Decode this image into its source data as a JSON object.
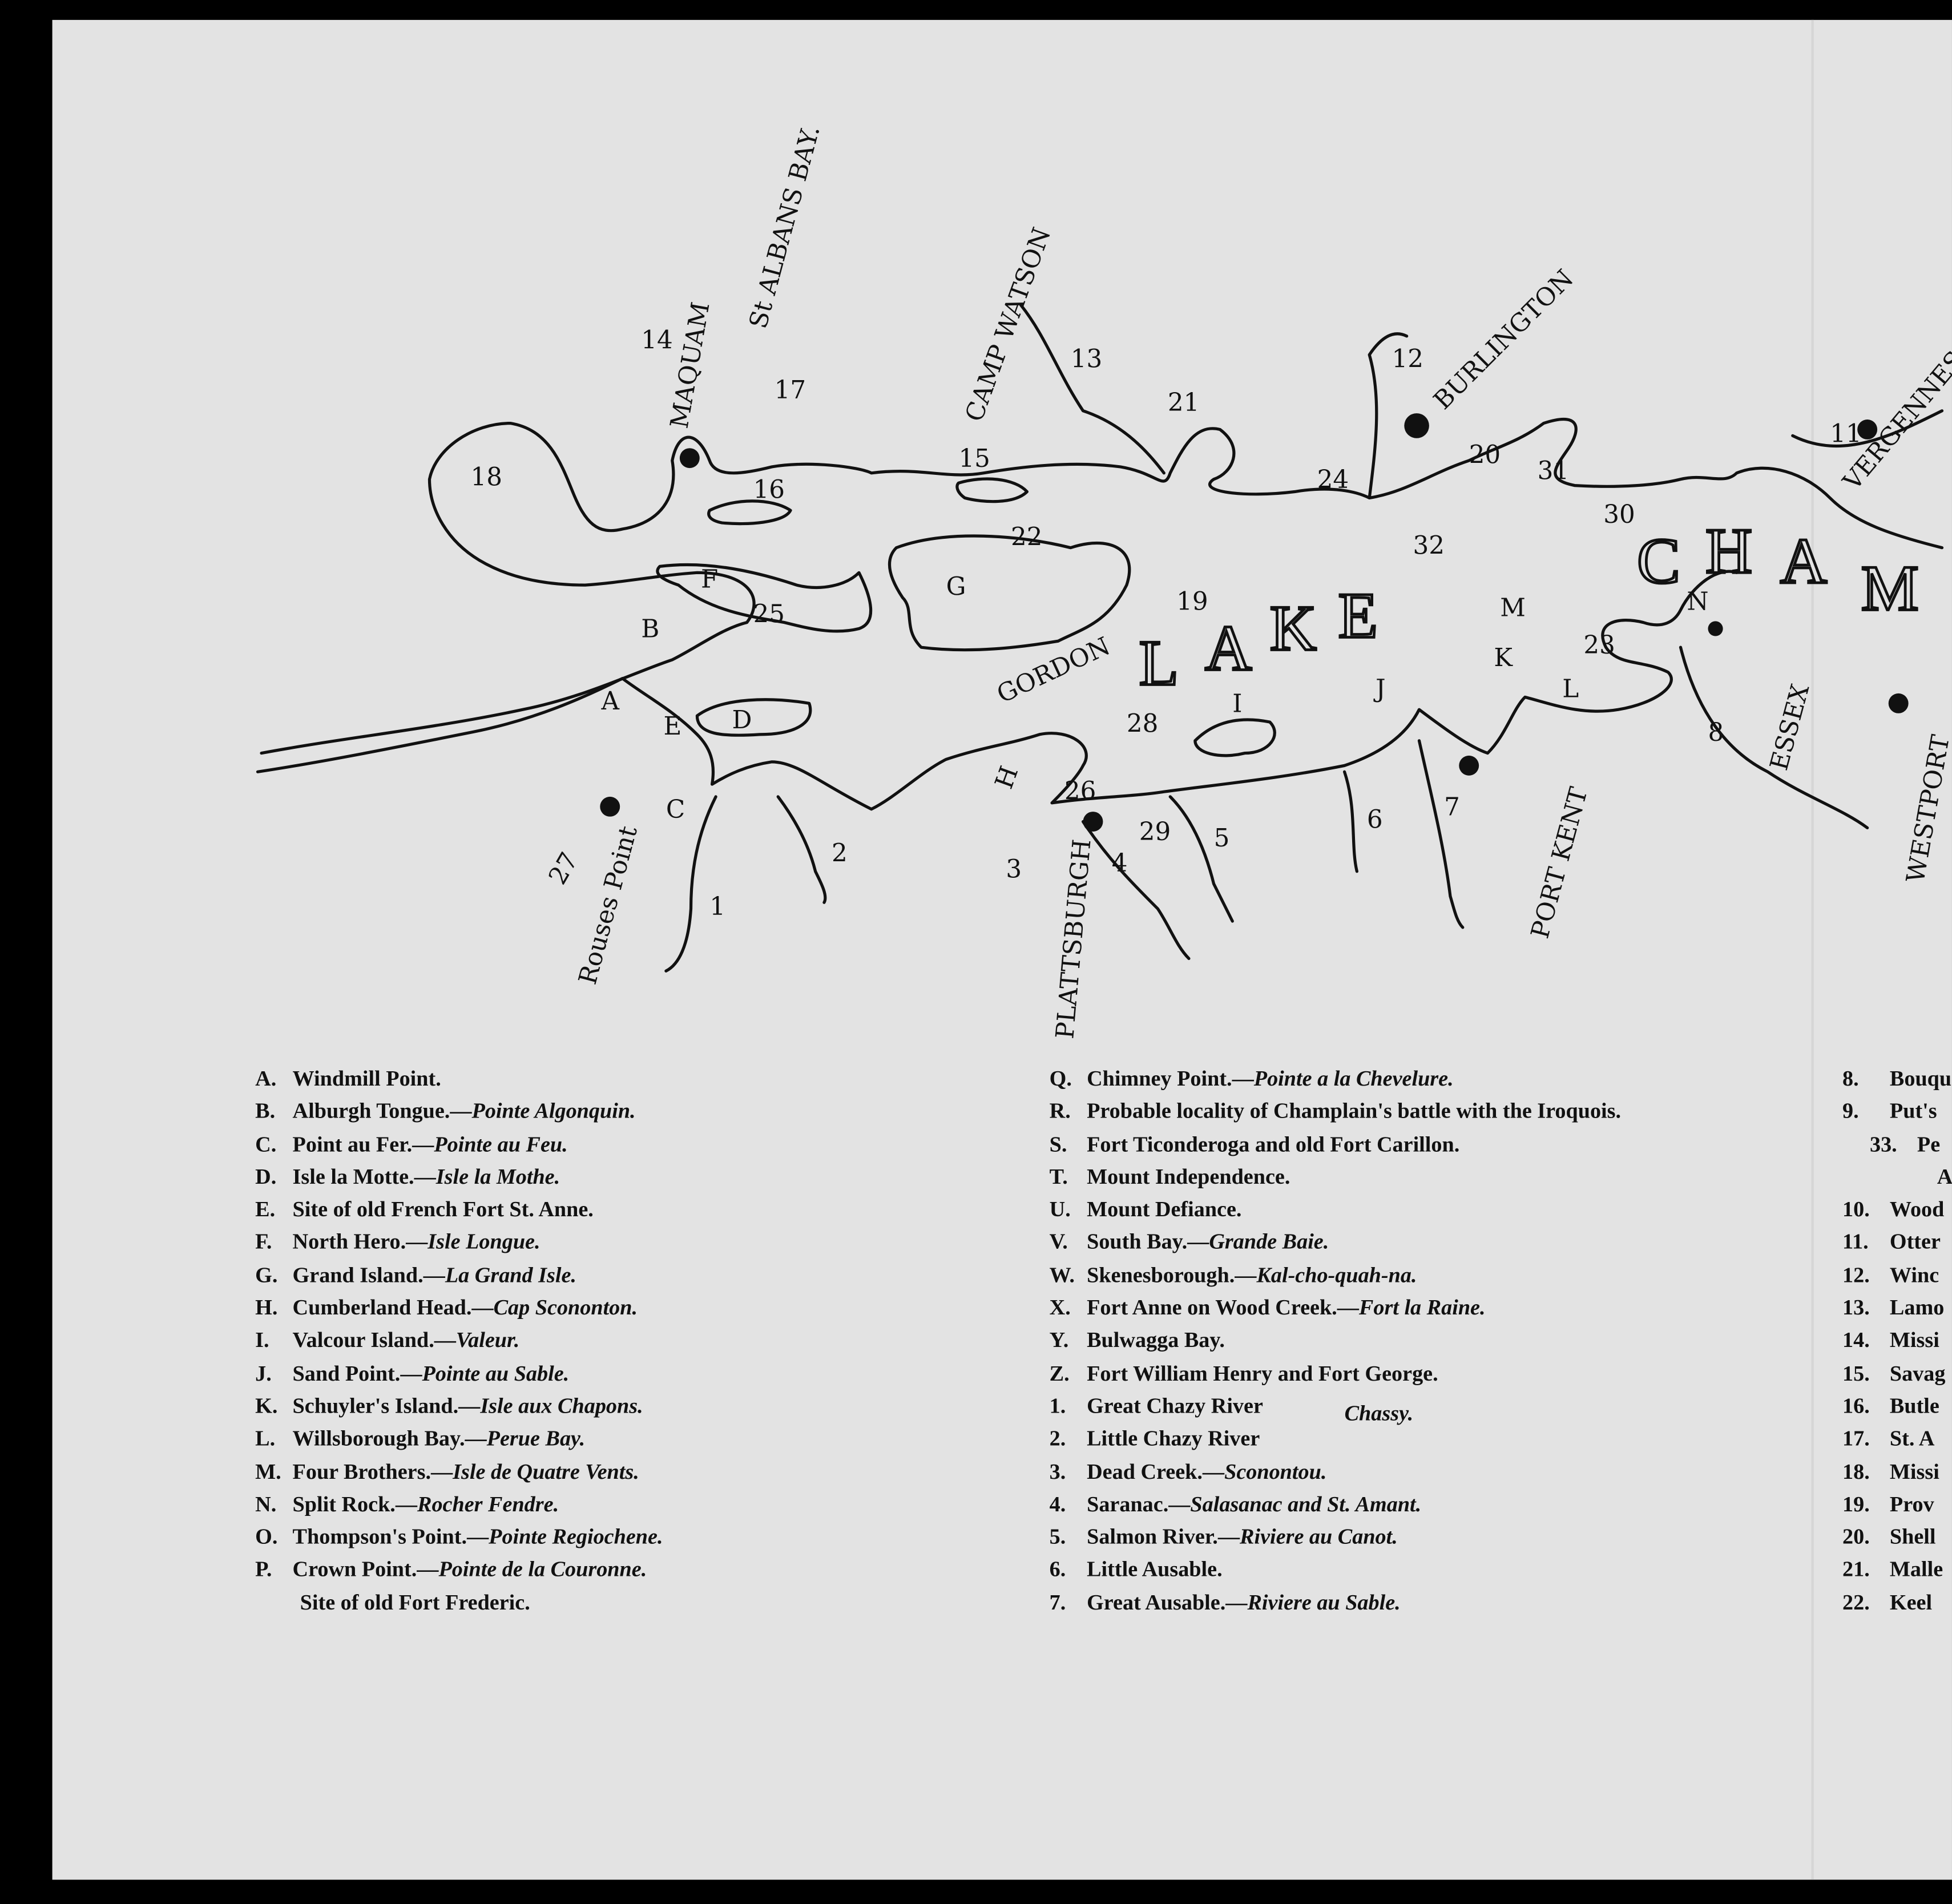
{
  "map": {
    "title_letters": [
      "L",
      "A",
      "K",
      "E",
      "C",
      "H",
      "A",
      "M"
    ],
    "places": [
      "MAQUAM",
      "St ALBANS BAY.",
      "CAMP WATSON",
      "BURLINGTON",
      "VERGENNES",
      "GORDON",
      "Rouses Point",
      "PLATTSBURGH",
      "PORT KENT",
      "ESSEX",
      "WESTPORT"
    ],
    "letters": [
      "A",
      "B",
      "C",
      "D",
      "E",
      "F",
      "G",
      "H",
      "I",
      "J",
      "K",
      "L",
      "M",
      "N"
    ],
    "numbers": [
      "1",
      "2",
      "3",
      "4",
      "5",
      "6",
      "7",
      "8",
      "11",
      "12",
      "13",
      "14",
      "15",
      "16",
      "17",
      "18",
      "19",
      "20",
      "21",
      "22",
      "23",
      "24",
      "25",
      "26",
      "27",
      "28",
      "29",
      "30",
      "31",
      "32"
    ]
  },
  "legend": {
    "col1": [
      {
        "key": "A.",
        "name": "Windmill Point.",
        "alt": ""
      },
      {
        "key": "B.",
        "name": "Alburgh Tongue.—",
        "alt": "Pointe Algonquin."
      },
      {
        "key": "C.",
        "name": "Point au Fer.—",
        "alt": "Pointe au Feu."
      },
      {
        "key": "D.",
        "name": "Isle la Motte.—",
        "alt": "Isle la Mothe."
      },
      {
        "key": "E.",
        "name": "Site of old French Fort St. Anne.",
        "alt": ""
      },
      {
        "key": "F.",
        "name": "North Hero.—",
        "alt": "Isle Longue."
      },
      {
        "key": "G.",
        "name": "Grand Island.—",
        "alt": "La Grand Isle."
      },
      {
        "key": "H.",
        "name": "Cumberland Head.—",
        "alt": "Cap Scononton."
      },
      {
        "key": "I.",
        "name": "Valcour Island.—",
        "alt": "Valeur."
      },
      {
        "key": "J.",
        "name": "Sand Point.—",
        "alt": "Pointe au Sable."
      },
      {
        "key": "K.",
        "name": "Schuyler's Island.—",
        "alt": "Isle aux Chapons."
      },
      {
        "key": "L.",
        "name": "Willsborough Bay.—",
        "alt": "Perue Bay."
      },
      {
        "key": "M.",
        "name": "Four Brothers.—",
        "alt": "Isle de Quatre Vents."
      },
      {
        "key": "N.",
        "name": "Split Rock.—",
        "alt": "Rocher Fendre."
      },
      {
        "key": "O.",
        "name": "Thompson's Point.—",
        "alt": "Pointe Regiochene."
      },
      {
        "key": "P.",
        "name": "Crown Point.—",
        "alt": "Pointe de la Couronne."
      }
    ],
    "col1_extra": "Site of old Fort Frederic.",
    "col2": [
      {
        "key": "Q.",
        "name": "Chimney Point.—",
        "alt": "Pointe a la Chevelure."
      },
      {
        "key": "R.",
        "name": "Probable locality of Champlain's battle with the Iroquois.",
        "alt": ""
      },
      {
        "key": "S.",
        "name": "Fort Ticonderoga and old Fort Carillon.",
        "alt": ""
      },
      {
        "key": "T.",
        "name": "Mount Independence.",
        "alt": ""
      },
      {
        "key": "U.",
        "name": "Mount Defiance.",
        "alt": ""
      },
      {
        "key": "V.",
        "name": "South Bay.—",
        "alt": "Grande Baie."
      },
      {
        "key": "W.",
        "name": "Skenesborough.—",
        "alt": "Kal-cho-quah-na."
      },
      {
        "key": "X.",
        "name": "Fort Anne on Wood Creek.—",
        "alt": "Fort la Raine."
      },
      {
        "key": "Y.",
        "name": "Bulwagga Bay.",
        "alt": ""
      },
      {
        "key": "Z.",
        "name": "Fort William Henry and Fort George.",
        "alt": ""
      },
      {
        "key": "1.",
        "name": "Great Chazy River",
        "alt": ""
      },
      {
        "key": "2.",
        "name": "Little Chazy River",
        "alt": ""
      },
      {
        "key": "3.",
        "name": "Dead Creek.—",
        "alt": "Sconontou."
      },
      {
        "key": "4.",
        "name": "Saranac.—",
        "alt": "Salasanac and St. Amant."
      },
      {
        "key": "5.",
        "name": "Salmon River.—",
        "alt": "Riviere au Canot."
      },
      {
        "key": "6.",
        "name": "Little Ausable.",
        "alt": ""
      },
      {
        "key": "7.",
        "name": "Great Ausable.—",
        "alt": "Riviere au Sable."
      }
    ],
    "chazy_note": "Chassy.",
    "col3": [
      {
        "key": "8.",
        "name": "Bouqu"
      },
      {
        "key": "9.",
        "name": "Put's"
      },
      {
        "key": "33.",
        "name": "Pe"
      },
      {
        "key": "",
        "name": "An"
      },
      {
        "key": "10.",
        "name": "Wood"
      },
      {
        "key": "11.",
        "name": "Otter"
      },
      {
        "key": "12.",
        "name": "Winc"
      },
      {
        "key": "13.",
        "name": "Lamo"
      },
      {
        "key": "14.",
        "name": "Missi"
      },
      {
        "key": "15.",
        "name": "Savag"
      },
      {
        "key": "16.",
        "name": "Butle"
      },
      {
        "key": "17.",
        "name": "St. A"
      },
      {
        "key": "18.",
        "name": "Missi"
      },
      {
        "key": "19.",
        "name": "Prov"
      },
      {
        "key": "20.",
        "name": "Shell"
      },
      {
        "key": "21.",
        "name": "Malle"
      },
      {
        "key": "22.",
        "name": "Keel"
      }
    ]
  }
}
